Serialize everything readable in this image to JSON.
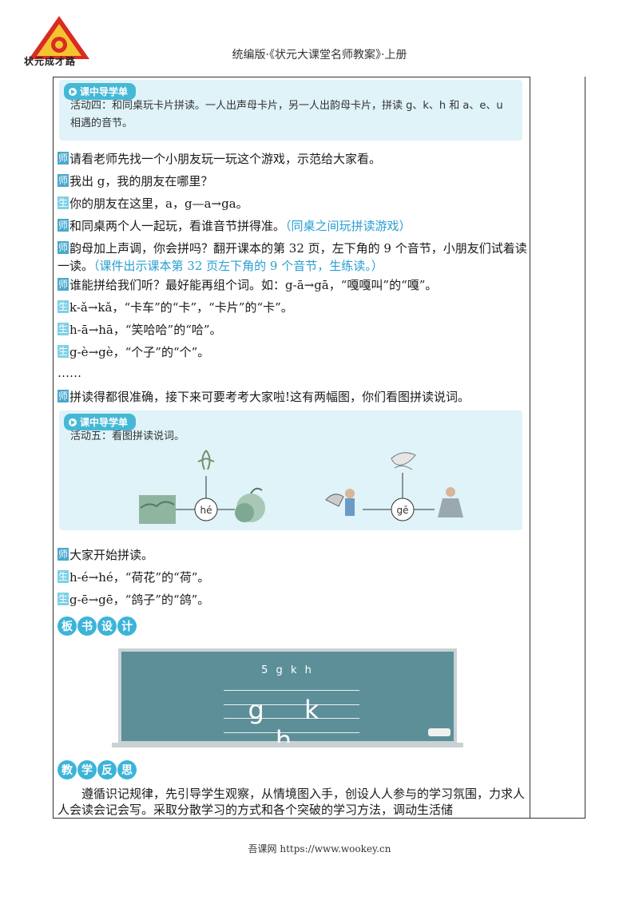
{
  "header": {
    "logo_text": "状元成才路",
    "title": "统编版·《状元大课堂名师教案》·上册"
  },
  "guide1": {
    "tag": "课中导学单",
    "text": "活动四：和同桌玩卡片拼读。一人出声母卡片，另一人出韵母卡片，拼读 g、k、h 和 a、e、u 相遇的音节。"
  },
  "dialog1": [
    {
      "role": "师",
      "text": "请看老师先找一个小朋友玩一玩这个游戏，示范给大家看。"
    },
    {
      "role": "师",
      "text": "我出 g，我的朋友在哪里？"
    },
    {
      "role": "生",
      "text": "你的朋友在这里，a，g—a→ga。"
    },
    {
      "role": "师",
      "text": "和同桌两个人一起玩，看谁音节拼得准。",
      "note": "（同桌之间玩拼读游戏）"
    },
    {
      "role": "师",
      "text": "韵母加上声调，你会拼吗？翻开课本的第 32 页，左下角的 9 个音节，小朋友们试着读一读。",
      "note": "（课件出示课本第 32 页左下角的 9 个音节，生练读。）"
    },
    {
      "role": "师",
      "text": "谁能拼给我们听？最好能再组个词。如：g-ā→gā，“嘎嘎叫”的“嘎”。"
    },
    {
      "role": "生",
      "text": "k-ǎ→kǎ，“卡车”的“卡”，“卡片”的“卡”。"
    },
    {
      "role": "生",
      "text": "h-ā→hā，“笑哈哈”的“哈”。"
    },
    {
      "role": "生",
      "text": "g-è→gè，“个子”的“个”。"
    }
  ],
  "ellipsis": "……",
  "dialog2": {
    "role": "师",
    "text": "拼读得都很准确，接下来可要考考大家啦!这有两幅图，你们看图拼读说词。"
  },
  "guide2": {
    "tag": "课中导学单",
    "text": "活动五：看图拼读说词。",
    "syllable1": "hé",
    "syllable2": "gē"
  },
  "dialog3": [
    {
      "role": "师",
      "text": "大家开始拼读。"
    },
    {
      "role": "生",
      "text": "h-é→hé，“荷花”的“荷”。"
    },
    {
      "role": "生",
      "text": "g-ē→gē，“鸽子”的“鸽”。"
    }
  ],
  "board_section": {
    "title_chars": [
      "板",
      "书",
      "设",
      "计"
    ],
    "board_top": "5 g k h",
    "board_big": "g k h"
  },
  "reflection_section": {
    "title_chars": [
      "教",
      "学",
      "反",
      "思"
    ],
    "text": "遵循识记规律，先引导学生观察，从情境图入手，创设人人参与的学习氛围，力求人人会读会记会写。采取分散学习的方式和各个突破的学习方法，调动生活储"
  },
  "footer": "吾课网 https://www.wookey.cn",
  "colors": {
    "accent": "#3cb4d9",
    "note": "#2a9fd2",
    "guide_bg": "#dff3f9",
    "board": "#5d8f98"
  }
}
